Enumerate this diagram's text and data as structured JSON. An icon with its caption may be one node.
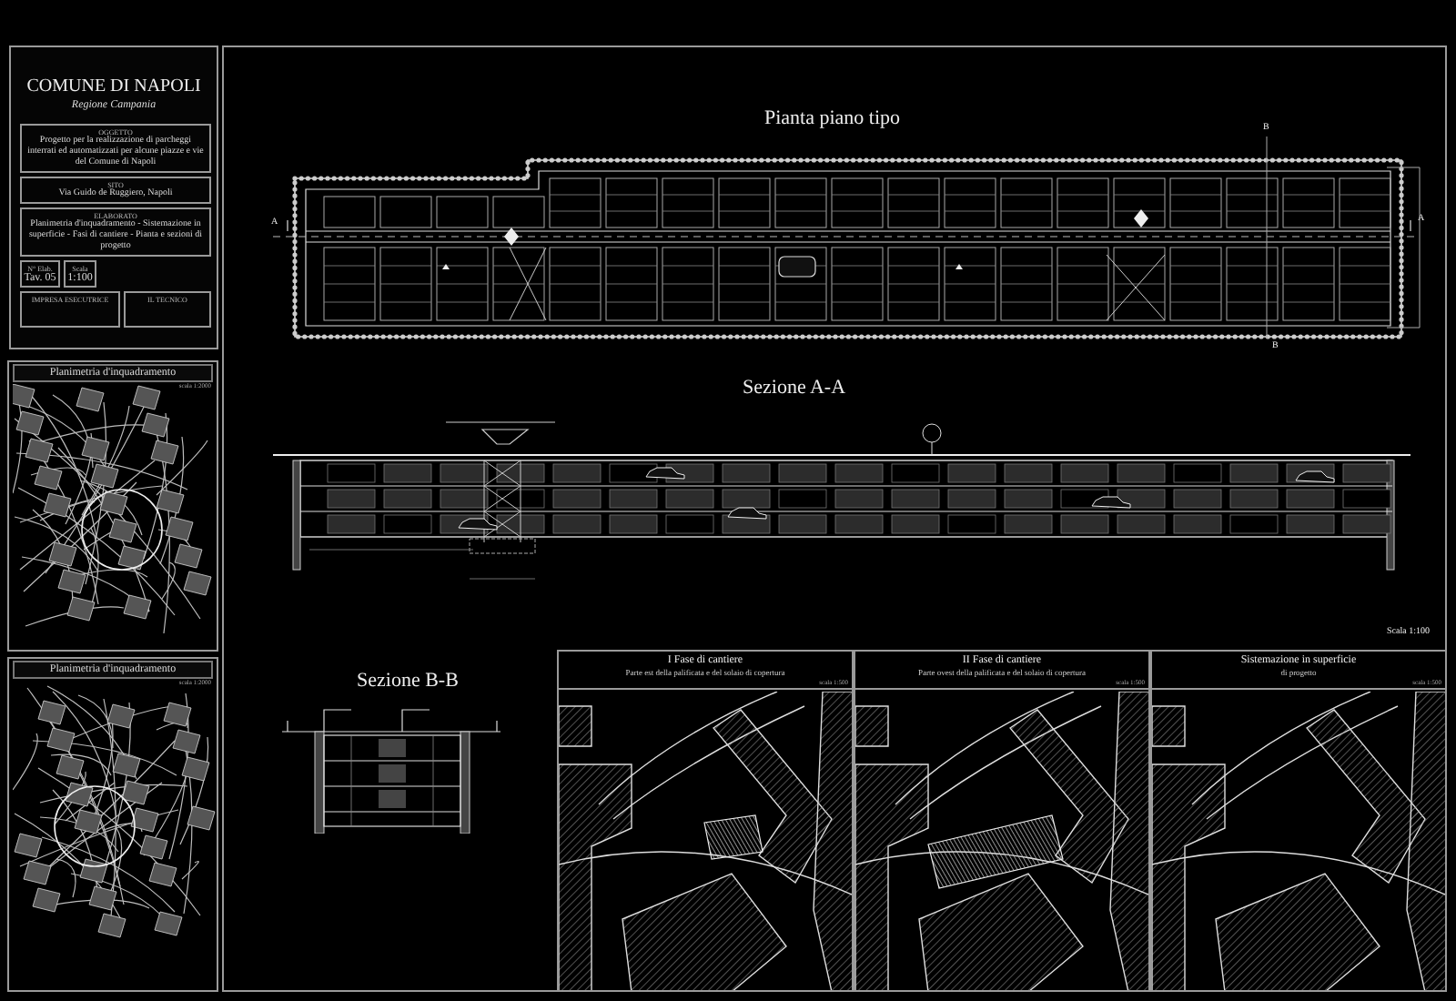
{
  "diagram": {
    "nodes": [
      {
        "text": [
          "COMUNE DI NAPOLI",
          "Regione Campania"
        ]
      },
      {
        "text": [
          "OGGETTO",
          "Progetto per la realizzazione di parcheggi interrati ed automatizzati per alcune piazze e vie del Comune di Napoli"
        ],
        "in": 0
      },
      {
        "text": [
          "SITO",
          "Via Guido de Ruggiero, Napoli"
        ],
        "in": 0
      },
      {
        "text": [
          "ELABORATO",
          "Planimetria d'inquadramento - Sistemazione in superficie - Fasi di cantiere - Pianta e sezioni di progetto"
        ],
        "in": 0
      },
      {
        "text": [
          "N° Elab.",
          "Tav. 05"
        ],
        "in": 0
      },
      {
        "text": [
          "Scala",
          "1:100"
        ],
        "in": 0
      },
      {
        "text": [
          "IMPRESA ESECUTRICE"
        ],
        "in": 0
      },
      {
        "text": [
          "IL TECNICO"
        ],
        "in": 0
      },
      {
        "text": [
          "Planimetria d'inquadramento",
          "scala 1:2000"
        ]
      },
      {
        "text": [
          "Planimetria d'inquadramento",
          "scala 1:2000"
        ]
      },
      {
        "text": [
          "I Fase di cantiere",
          "Parte est della palificata e del solaio di copertura",
          "scala 1:500"
        ]
      },
      {
        "text": [
          "II Fase di cantiere",
          "Parte ovest della palificata e del solaio di copertura",
          "scala 1:500"
        ]
      },
      {
        "text": [
          "Sistemazione in superficie",
          "di progetto",
          "scala 1:500"
        ]
      }
    ],
    "edges": [],
    "labels": [
      "Pianta piano tipo",
      "B",
      "A",
      "A",
      "B",
      "Sezione A-A",
      "Scala 1:100",
      "Sezione B-B"
    ]
  }
}
